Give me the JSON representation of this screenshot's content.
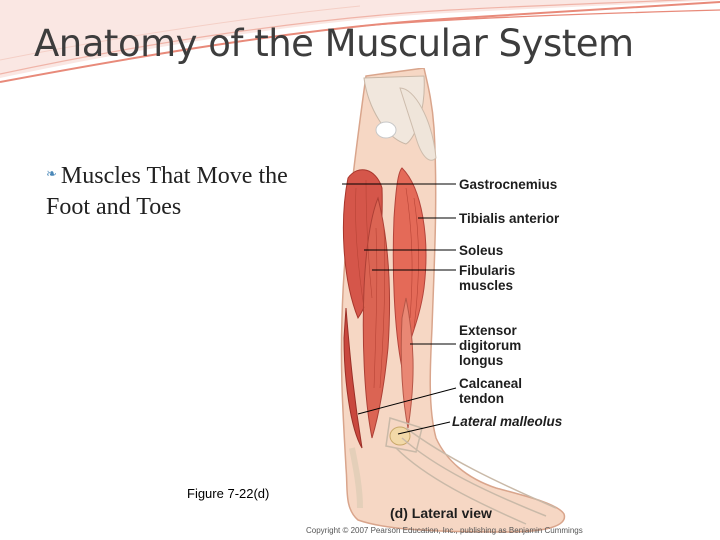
{
  "slide": {
    "title": "Anatomy of the Muscular System",
    "bullet_text": "Muscles That Move the Foot and Toes",
    "figure_caption": "Figure 7-22(d)",
    "accent_color": "#e88a7a",
    "bullet_color": "#4a88b8"
  },
  "figure": {
    "labels": {
      "gastrocnemius": "Gastrocnemius",
      "tibialis_anterior": "Tibialis anterior",
      "soleus": "Soleus",
      "fibularis_1": "Fibularis",
      "fibularis_2": "muscles",
      "extensor_1": "Extensor",
      "extensor_2": "digitorum",
      "extensor_3": "longus",
      "calcaneal_1": "Calcaneal",
      "calcaneal_2": "tendon",
      "lateral_malleolus": "Lateral malleolus"
    },
    "view_label": "(d) Lateral view",
    "copyright": "Copyright © 2007 Pearson Education, Inc., publishing as Benjamin Cummings"
  }
}
